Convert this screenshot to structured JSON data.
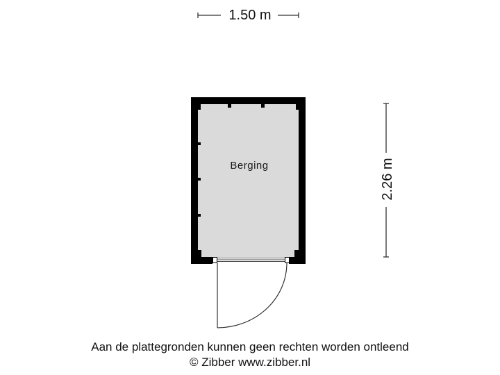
{
  "dimensions": {
    "width_label": "1.50 m",
    "height_label": "2.26 m"
  },
  "rooms": [
    {
      "name": "Berging",
      "fill": "#dadada"
    }
  ],
  "colors": {
    "wall": "#000000",
    "room_fill": "#dadada",
    "background": "#ffffff",
    "line": "#333333"
  },
  "footer": {
    "disclaimer": "Aan de plattegronden kunnen geen rechten worden ontleend",
    "copyright": "© Zibber www.zibber.nl"
  }
}
